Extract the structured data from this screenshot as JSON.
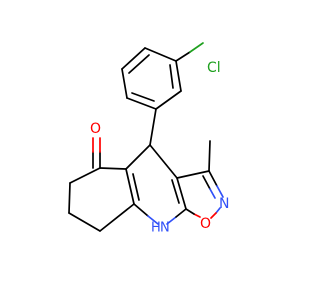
{
  "molecule": {
    "atoms": {
      "chlorine": {
        "text": "Cl",
        "color": "#1fa01f"
      },
      "carbonyl_oxygen": {
        "text": "O",
        "color": "#ff0000"
      },
      "ring_oxygen": {
        "text": "O",
        "color": "#ff0000"
      },
      "ring_nitrogen": {
        "text": "N",
        "color": "#3050f8"
      },
      "amine_nitrogen": {
        "text": "N",
        "color": "#3050f8"
      },
      "amine_hydrogen": {
        "text": "H",
        "color": "#3050f8"
      }
    }
  }
}
